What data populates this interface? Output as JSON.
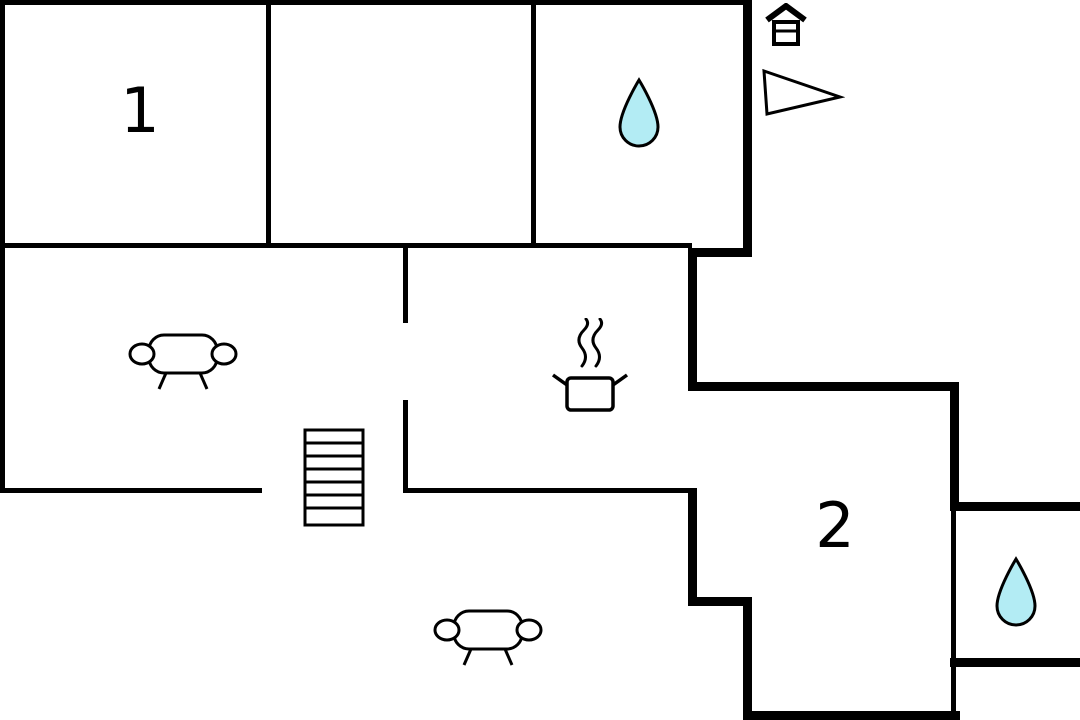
{
  "plan": {
    "type": "floor-plan",
    "colors": {
      "wall": "#000000",
      "background": "#ffffff",
      "water": "#b3ecf4"
    },
    "rooms": {
      "room1": {
        "label": "1"
      },
      "room2": {
        "label": "2"
      }
    },
    "icons": {
      "bathroom_drop": "water-drop",
      "ensuite_drop": "water-drop",
      "living_sofa": "sofa",
      "lower_sofa": "sofa",
      "kitchen_stove": "stove-pot-with-steam",
      "stairs": "stairs",
      "house": "house",
      "door_swing": "door-swing-triangle"
    }
  }
}
